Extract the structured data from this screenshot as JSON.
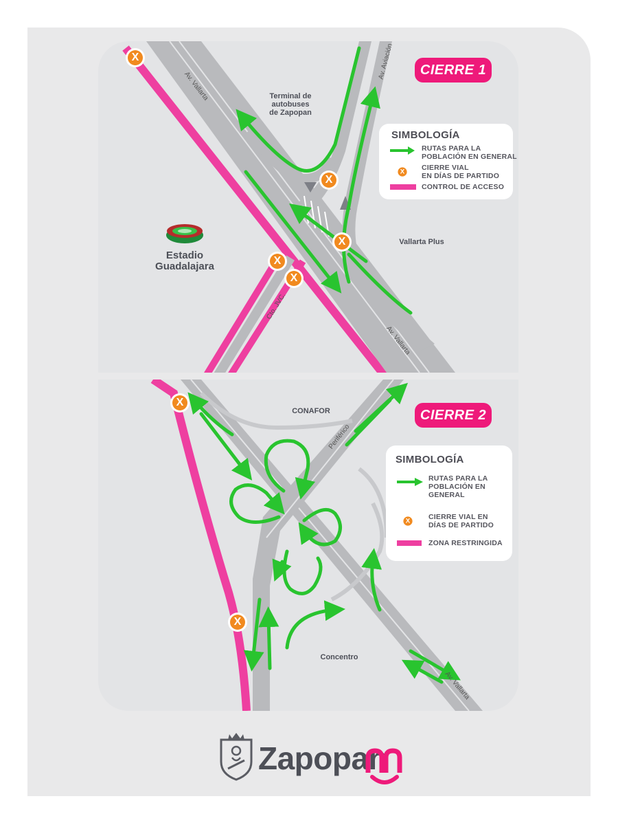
{
  "panel1": {
    "badge": "CIERRE 1",
    "legend": {
      "title": "SIMBOLOGÍA",
      "routes": "RUTAS PARA LA\nPOBLACIÓN EN GENERAL",
      "closure": "CIERRE VIAL\nEN DÍAS DE PARTIDO",
      "control": "CONTROL DE ACCESO"
    },
    "places": {
      "terminal": "Terminal de\nautobuses\nde Zapopan",
      "vallarta_plus": "Vallarta Plus",
      "stadium": "Estadio\nGuadalajara"
    },
    "roads": {
      "av_vallarta_top": "Av. Vallarta",
      "av_aviacion": "Av. Aviación",
      "cto_jvc": "Cto. JVC.",
      "av_vallarta_bottom": "Av. Vallarta"
    }
  },
  "panel2": {
    "badge": "CIERRE 2",
    "legend": {
      "title": "SIMBOLOGÍA",
      "routes": "RUTAS PARA LA\nPOBLACIÓN EN\nGENERAL",
      "closure": "CIERRE VIAL EN\nDÍAS DE PARTIDO",
      "restricted": "ZONA RESTRINGIDA"
    },
    "places": {
      "conafor": "CONAFOR",
      "concentro": "Concentro"
    },
    "roads": {
      "periferico": "Periférico",
      "av_vallarta": "Av. Vallarta"
    }
  },
  "closure_symbol": "X",
  "logo": {
    "text": "Zapopan"
  },
  "colors": {
    "route_green": "#29c42f",
    "closure_orange": "#f18a1f",
    "access_pink": "#ee3fa0",
    "badge_pink": "#ee1a7a",
    "road_gray": "#b9babd"
  },
  "icons": [
    "stadium-icon",
    "route-arrow-icon",
    "closure-x-icon",
    "zapopan-shield-icon",
    "zapopan-smile-icon"
  ]
}
